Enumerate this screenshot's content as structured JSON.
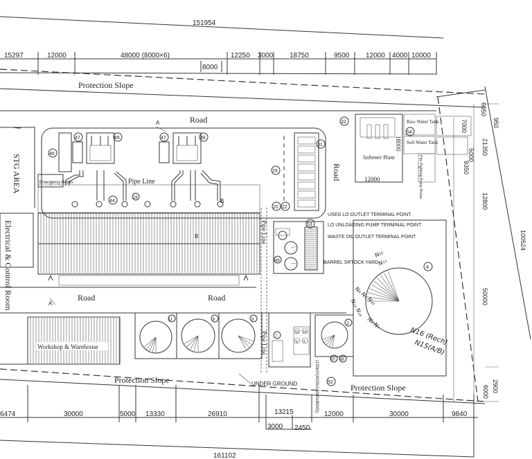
{
  "dims_top": {
    "overall": "151954",
    "row": [
      "15297",
      "12000",
      "48000 (8000×6)",
      "12250",
      "3000",
      "18750",
      "9500",
      "12000",
      "4000",
      "10000"
    ],
    "sub": "8000"
  },
  "dims_right": [
    "6050",
    "950",
    "7000",
    "21350",
    "5000",
    "9350",
    "12800",
    "100524",
    "50000",
    "2900",
    "6000"
  ],
  "dims_bottom": {
    "row": [
      "6474",
      "30000",
      "5000",
      "13330",
      "26910",
      "13215",
      "12000",
      "30000",
      "9840"
    ],
    "sub": [
      "3000",
      "2450"
    ],
    "overall": "161102"
  },
  "labels": {
    "protection_slope_top": "Protection Slope",
    "protection_slope_bottom_left": "Protection Slope",
    "protection_slope_bottom_right": "Protection Slope",
    "road_top": "Road",
    "road_right": "Road",
    "road_bottom_left": "Road",
    "road_bottom_right": "Road",
    "stg_area": "STG AREA",
    "electrical_room": "Electrical & Control Room",
    "pipe_line_top": "Pipe Line",
    "pipe_line_vertical": "Pipe Line",
    "pipe_line_lower": "Pipe Line",
    "workshop": "Workshop & Warehouse",
    "softener_plant": "Softener Plant",
    "softener_dim_v": "18000",
    "softener_dim_h": "12000",
    "raw_water_tank": "Raw Water Tank",
    "soft_water_tank": "Soft Water Tank",
    "fire_pump_house": "Fire Fighting Pump House",
    "emergency_room": "Emergency Room",
    "used_lo": "USED LO OUTLET TERMINAL POINT",
    "lo_unloading": "LO UNLOADING PUMP TERMINAL POINT",
    "waste_oil": "WASTE OIL OUTLET TERMINAL POINT",
    "barrel_yard": "BARREL SRTOCK YARD",
    "underground": "UNDER GROUND",
    "section_a": "A",
    "section_b": "B"
  },
  "tags": {
    "t46": "46",
    "t47a": "47",
    "t48a": "48",
    "t47b": "47",
    "t48b": "48",
    "t44": "44",
    "t28": "28",
    "t29": "29",
    "t20": "20",
    "t22": "22",
    "t31": "31",
    "t32": "32",
    "t54": "54",
    "t53": "53",
    "t49": "49",
    "t4": "4",
    "t11": "11",
    "t6": "6",
    "t8": "8",
    "t7": "7",
    "t12": "12",
    "t14": "14",
    "t9": "9",
    "t5": "5",
    "t3": "3",
    "t50": "50",
    "t49b": "49",
    "t52": "52"
  },
  "handwritten": {
    "n_top": "N₁₀",
    "n_top2": "N₁₁",
    "n_mid": "N₁₂ N₁₃",
    "n_left": "N₆ N₇",
    "n_bottom": "N₈ N₉ N₁₀",
    "n16": "N16 (Rech)",
    "n15": "N15(A/B)"
  },
  "vertical_note": "(150m³/(4000x15000x8000))"
}
